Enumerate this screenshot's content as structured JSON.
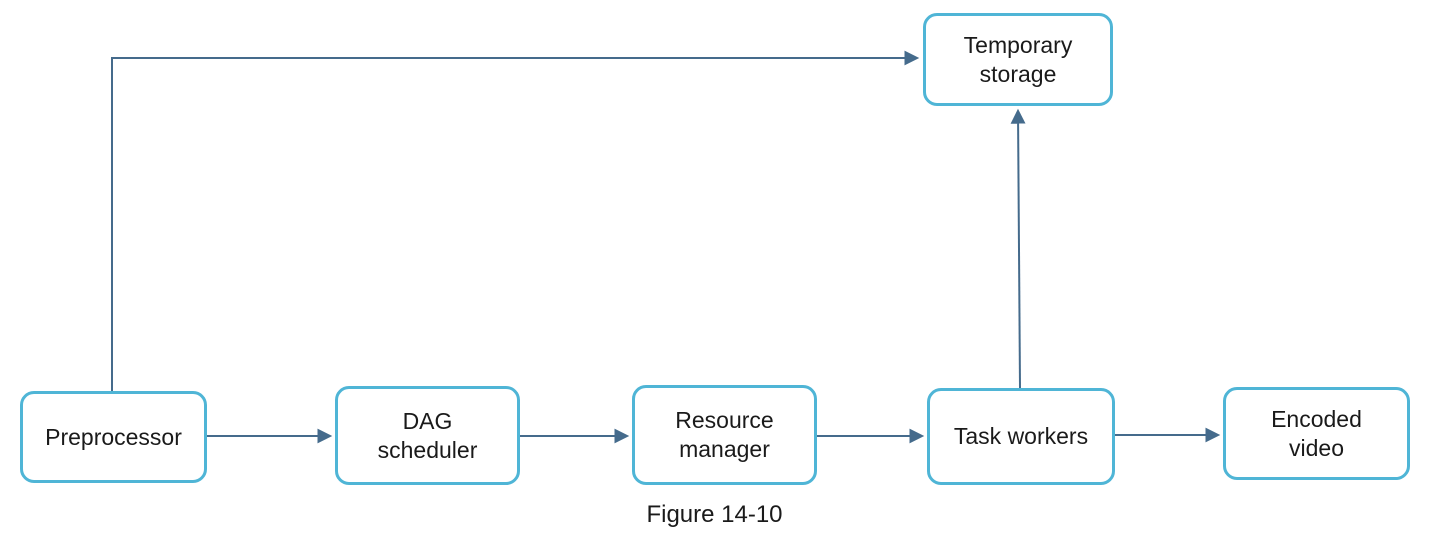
{
  "diagram": {
    "caption": "Figure 14-10",
    "nodes": [
      {
        "id": "preprocessor",
        "label": "Preprocessor"
      },
      {
        "id": "dag-scheduler",
        "label": "DAG\nscheduler"
      },
      {
        "id": "resource-manager",
        "label": "Resource\nmanager"
      },
      {
        "id": "task-workers",
        "label": "Task workers"
      },
      {
        "id": "encoded-video",
        "label": "Encoded\nvideo"
      },
      {
        "id": "temporary-storage",
        "label": "Temporary\nstorage"
      }
    ],
    "edges": [
      {
        "from": "preprocessor",
        "to": "temporary-storage",
        "shape": "elbow"
      },
      {
        "from": "preprocessor",
        "to": "dag-scheduler",
        "shape": "straight"
      },
      {
        "from": "dag-scheduler",
        "to": "resource-manager",
        "shape": "straight"
      },
      {
        "from": "resource-manager",
        "to": "task-workers",
        "shape": "straight"
      },
      {
        "from": "task-workers",
        "to": "encoded-video",
        "shape": "straight"
      },
      {
        "from": "task-workers",
        "to": "temporary-storage",
        "shape": "straight-up"
      }
    ],
    "colors": {
      "node_border": "#4FB5D6",
      "edge": "#456B8C",
      "text": "#1A1A1A",
      "background": "#FFFFFF"
    }
  }
}
